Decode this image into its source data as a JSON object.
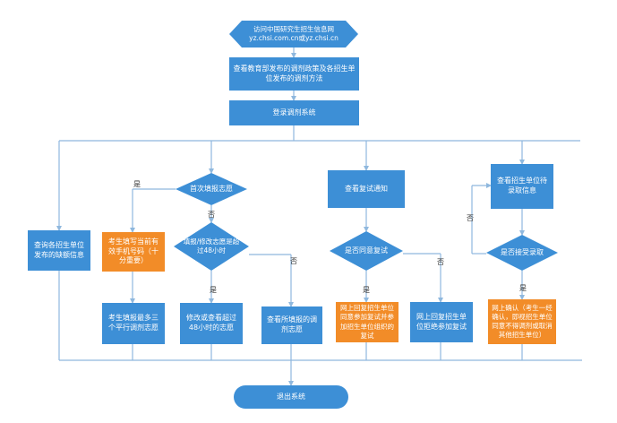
{
  "nodes": {
    "start": "访问中国研究生招生信息网\nyz.chsi.com.cn或yz.chsi.cn",
    "view_policy": "查看教育部发布的调剂政策及各招生单位发布的调剂方法",
    "login": "登录调剂系统",
    "first_fill": "首次填报志愿",
    "over_48h": "填报/修改志愿是超过48小时",
    "check_notice": "查看复试通知",
    "agree_retest": "是否同意复试",
    "check_admission": "查看招生单位待录取信息",
    "accept_admission": "是否接受录取",
    "query_info": "查询各招生单位发布的缺额信息",
    "fill_phone": "考生填写当前有效手机号码（十分重要）",
    "fill_three": "考生填报最多三个平行调剂志愿",
    "modify_view": "修改或查看超过48小时的志愿",
    "view_filled": "查看所填报的调剂志愿",
    "reply_agree": "网上回复招生单位同意参加复试并参加招生单位组织的复试",
    "reply_reject": "网上回复招生单位拒绝参加复试",
    "confirm_online": "网上确认（考生一经确认，即视招生单位同意不得调剂或取消其他招生单位）",
    "exit": "退出系统"
  },
  "labels": {
    "yes": "是",
    "no": "否"
  },
  "colors": {
    "blue": "#3d8fd6",
    "orange": "#f28c28",
    "line": "#8fb8de"
  }
}
